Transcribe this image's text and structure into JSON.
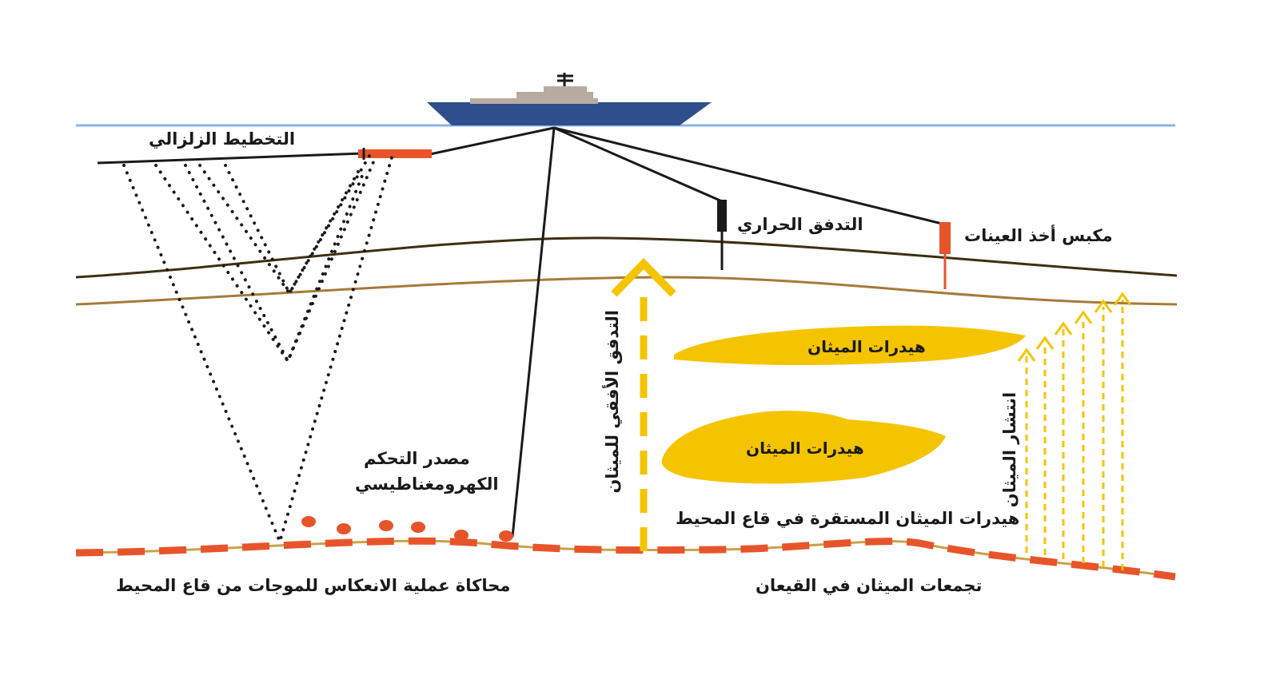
{
  "labels": {
    "seismic": "التخطيط الزلزالي",
    "heat_flow": "التدفق الحراري",
    "piston_corer": "مكبس أخذ العينات",
    "em_source_line1": "مصدر التحكم",
    "em_source_line2": "الكهرومغناطيسي",
    "hydrate_upper": "هيدرات الميثان",
    "hydrate_lower": "هيدرات الميثان",
    "stable_hydrates": "هيدرات الميثان المستقرة في قاع المحيط",
    "lateral_flow": "التدفق الأفقي للميثان",
    "diffusion": "انتشار الميثان",
    "seafloor_reflection": "محاكاة عملية الانعكاس للموجات من قاع المحيط",
    "basin_accumulation": "تجمعات الميثان في القيعان"
  },
  "colors": {
    "sea_surface": "#8bb4e8",
    "ship_hull": "#2f4e8c",
    "ship_deck": "#b8aba0",
    "cable": "#1a1a1a",
    "orange": "#e8542a",
    "yellow": "#f5c400",
    "layer_dark": "#3d2f10",
    "layer_brown": "#a57a3a",
    "seafloor": "#c9a24a"
  }
}
